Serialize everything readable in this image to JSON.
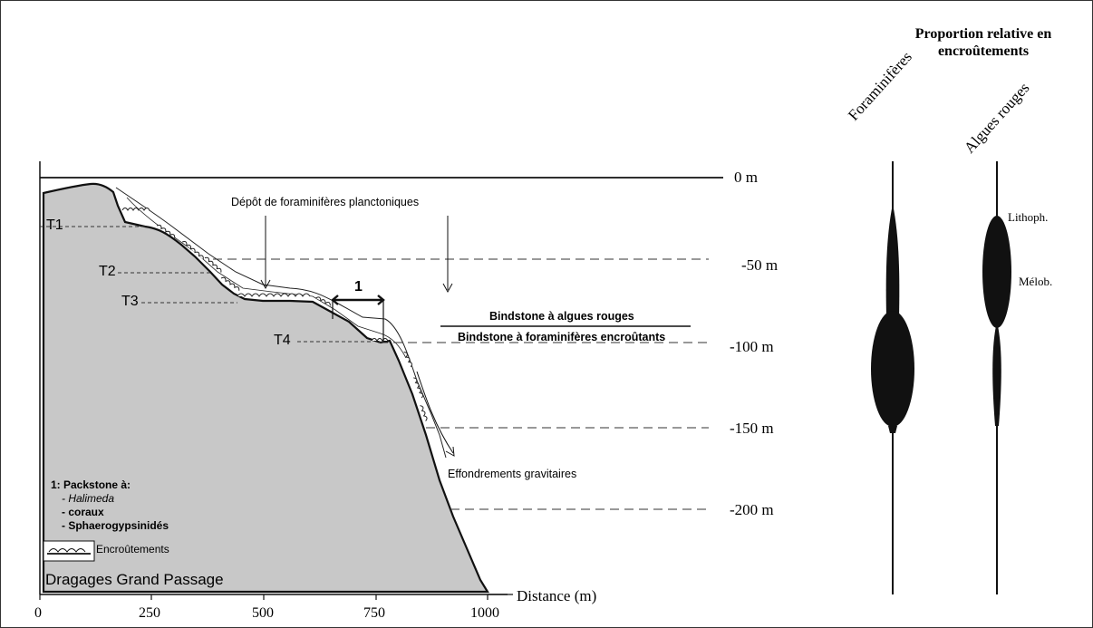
{
  "depth_labels": [
    "0 m",
    "-50 m",
    "-100 m",
    "-150 m",
    "-200 m"
  ],
  "x_axis": {
    "label": "Distance (m)",
    "ticks": [
      "0",
      "250",
      "500",
      "750",
      "1000"
    ]
  },
  "terraces": [
    "T1",
    "T2",
    "T3",
    "T4"
  ],
  "annotations": {
    "planktonic": "Dépôt de foraminifères planctoniques",
    "bindstone_red_algae": "Bindstone à algues rouges",
    "bindstone_forams": "Bindstone à foraminifères encroûtants",
    "gravity_collapse": "Effondrements gravitaires",
    "marker_one": "1"
  },
  "legend": {
    "title": "1: Packstone à:",
    "items": [
      "- Halimeda",
      "- coraux",
      "- Sphaerogypsinidés"
    ],
    "encrustation_label": "Encroûtements"
  },
  "site_label": "Dragages Grand Passage",
  "right_panel": {
    "title_line1": "Proportion relative en",
    "title_line2": "encroûtements",
    "col_forams": "Foraminifères",
    "col_algae": "Algues rouges",
    "lithoph": "Lithoph.",
    "melob": "Mélob."
  },
  "colors": {
    "seafloor_fill": "#c8c8c8",
    "ink": "#1a1a1a"
  }
}
